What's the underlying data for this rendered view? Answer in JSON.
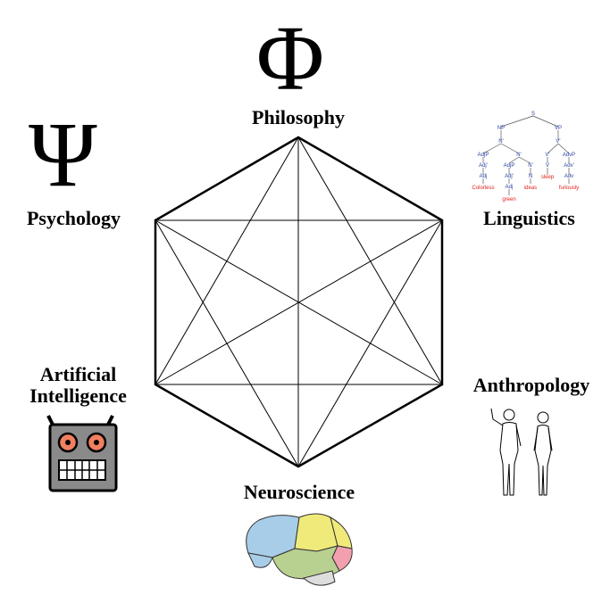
{
  "disciplines": {
    "philosophy": {
      "label": "Philosophy",
      "symbol": "Φ"
    },
    "psychology": {
      "label": "Psychology",
      "symbol": "Ψ"
    },
    "linguistics": {
      "label": "Linguistics"
    },
    "anthropology": {
      "label": "Anthropology"
    },
    "neuroscience": {
      "label": "Neuroscience"
    },
    "ai": {
      "label_line1": "Artificial",
      "label_line2": "Intelligence"
    }
  },
  "syntax_tree": {
    "nodes": [
      "S",
      "NP",
      "VP",
      "N'",
      "V'",
      "AdjP",
      "N'",
      "V'",
      "AdvP",
      "Adj'",
      "AdjP",
      "N'",
      "V",
      "Adv'",
      "Adj",
      "Adj'",
      "N",
      "Adv",
      "Adj"
    ],
    "words": [
      "Colorless",
      "green",
      "ideas",
      "sleep",
      "furiously"
    ]
  },
  "colors": {
    "word": "#e0201b",
    "node": "#2a3fa0",
    "robot_body": "#8a8a8a",
    "robot_eye": "#f08060"
  }
}
